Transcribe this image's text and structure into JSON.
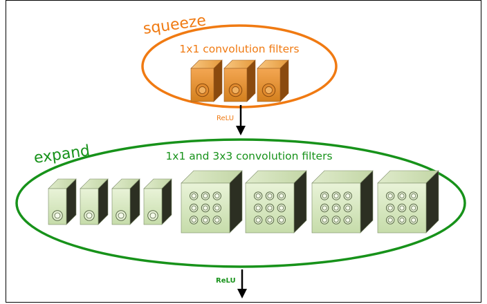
{
  "squeeze": {
    "label": "squeeze",
    "title": "1x1 convolution filters",
    "color": "#f07a12",
    "filters": [
      {
        "kind": "1x1"
      },
      {
        "kind": "1x1"
      },
      {
        "kind": "1x1"
      }
    ]
  },
  "relu_top": "ReLU",
  "expand": {
    "label": "expand",
    "title": "1x1 and 3x3 convolution filters",
    "color": "#17921a",
    "filters": [
      {
        "kind": "1x1"
      },
      {
        "kind": "1x1"
      },
      {
        "kind": "1x1"
      },
      {
        "kind": "1x1"
      },
      {
        "kind": "3x3"
      },
      {
        "kind": "3x3"
      },
      {
        "kind": "3x3"
      },
      {
        "kind": "3x3"
      }
    ]
  },
  "relu_bottom": "ReLU"
}
